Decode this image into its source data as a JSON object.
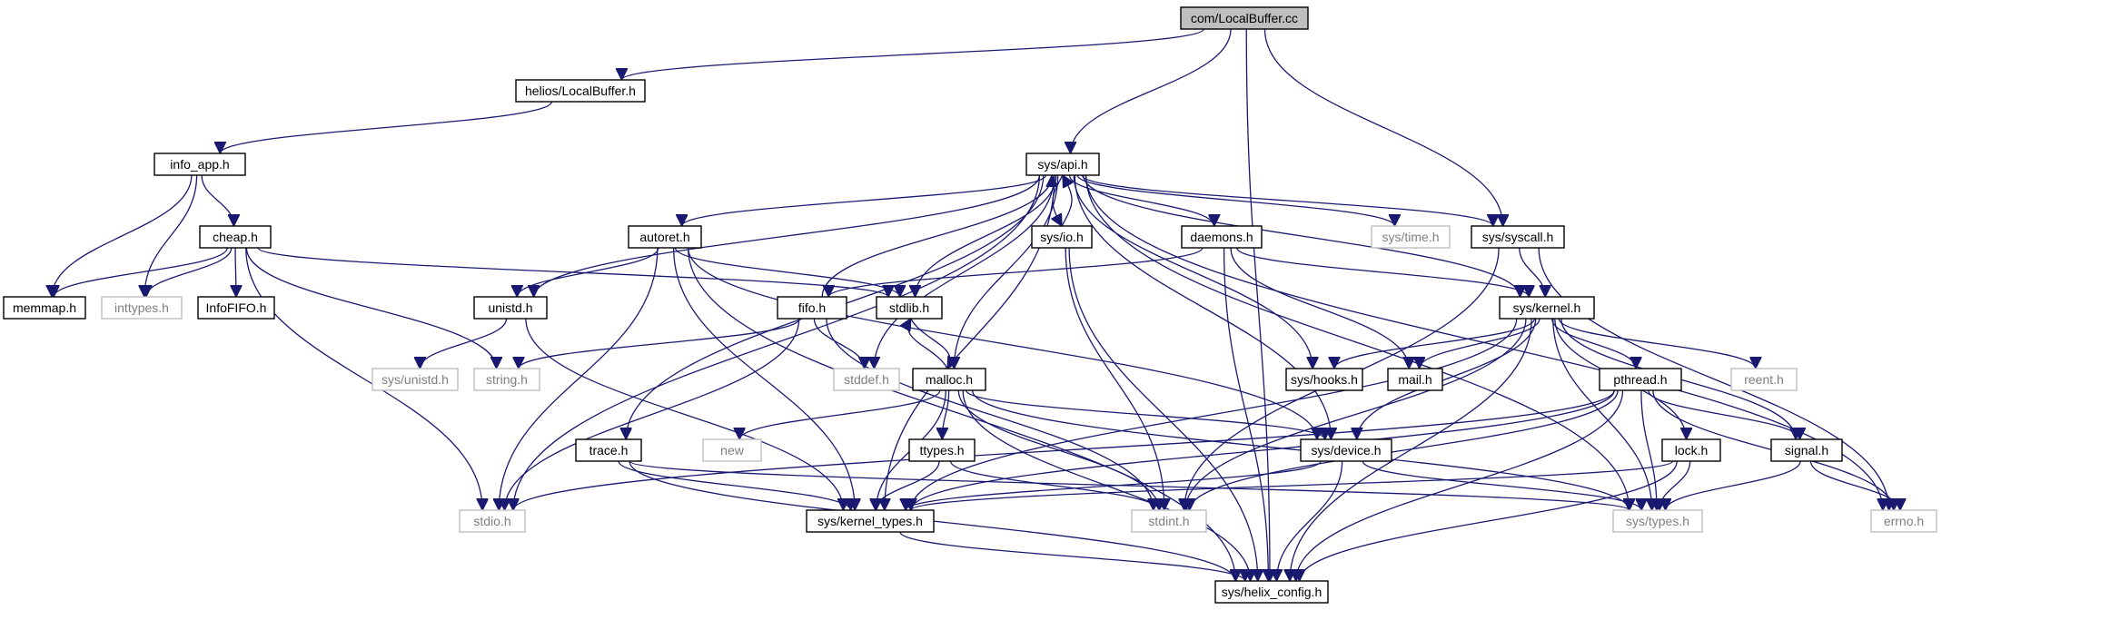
{
  "diagram": {
    "colors": {
      "edge": "#191970",
      "node_border": "#000000",
      "external_border": "#bfbfbf",
      "external_text": "#7f7f7f",
      "root_fill": "#bfbfbf"
    },
    "nodes": [
      {
        "id": "root",
        "label": "com/LocalBuffer.cc",
        "root": true
      },
      {
        "id": "helios",
        "label": "helios/LocalBuffer.h"
      },
      {
        "id": "info_app",
        "label": "info_app.h"
      },
      {
        "id": "cheap",
        "label": "cheap.h"
      },
      {
        "id": "memmap",
        "label": "memmap.h"
      },
      {
        "id": "inttypes",
        "label": "inttypes.h",
        "external": true
      },
      {
        "id": "infofifo",
        "label": "InfoFIFO.h"
      },
      {
        "id": "api",
        "label": "sys/api.h"
      },
      {
        "id": "autoret",
        "label": "autoret.h"
      },
      {
        "id": "unistd",
        "label": "unistd.h"
      },
      {
        "id": "sys_unistd",
        "label": "sys/unistd.h",
        "external": true
      },
      {
        "id": "string",
        "label": "string.h",
        "external": true
      },
      {
        "id": "stdio",
        "label": "stdio.h",
        "external": true
      },
      {
        "id": "fifo",
        "label": "fifo.h"
      },
      {
        "id": "stdlib",
        "label": "stdlib.h"
      },
      {
        "id": "stddef",
        "label": "stddef.h",
        "external": true
      },
      {
        "id": "malloc",
        "label": "malloc.h"
      },
      {
        "id": "new",
        "label": "new",
        "external": true
      },
      {
        "id": "trace",
        "label": "trace.h"
      },
      {
        "id": "ttypes",
        "label": "ttypes.h"
      },
      {
        "id": "kernel_types",
        "label": "sys/kernel_types.h"
      },
      {
        "id": "sys_io",
        "label": "sys/io.h"
      },
      {
        "id": "daemons",
        "label": "daemons.h"
      },
      {
        "id": "sys_time",
        "label": "sys/time.h",
        "external": true
      },
      {
        "id": "syscall",
        "label": "sys/syscall.h"
      },
      {
        "id": "hooks",
        "label": "sys/hooks.h"
      },
      {
        "id": "mail",
        "label": "mail.h"
      },
      {
        "id": "device",
        "label": "sys/device.h"
      },
      {
        "id": "stdint",
        "label": "stdint.h",
        "external": true
      },
      {
        "id": "kernel",
        "label": "sys/kernel.h"
      },
      {
        "id": "reent",
        "label": "reent.h",
        "external": true
      },
      {
        "id": "pthread",
        "label": "pthread.h"
      },
      {
        "id": "lock",
        "label": "lock.h"
      },
      {
        "id": "signal",
        "label": "signal.h"
      },
      {
        "id": "types",
        "label": "sys/types.h",
        "external": true
      },
      {
        "id": "errno",
        "label": "errno.h",
        "external": true
      },
      {
        "id": "helix_config",
        "label": "sys/helix_config.h"
      }
    ],
    "edges": [
      [
        "root",
        "helios"
      ],
      [
        "root",
        "api"
      ],
      [
        "root",
        "syscall"
      ],
      [
        "root",
        "helix_config"
      ],
      [
        "helios",
        "info_app"
      ],
      [
        "info_app",
        "cheap"
      ],
      [
        "info_app",
        "memmap"
      ],
      [
        "info_app",
        "inttypes"
      ],
      [
        "cheap",
        "memmap"
      ],
      [
        "cheap",
        "inttypes"
      ],
      [
        "cheap",
        "infofifo"
      ],
      [
        "cheap",
        "stdlib"
      ],
      [
        "cheap",
        "string"
      ],
      [
        "cheap",
        "stdio"
      ],
      [
        "api",
        "unistd"
      ],
      [
        "api",
        "autoret"
      ],
      [
        "api",
        "stdio"
      ],
      [
        "api",
        "stdlib"
      ],
      [
        "api",
        "stddef"
      ],
      [
        "api",
        "malloc"
      ],
      [
        "api",
        "trace"
      ],
      [
        "api",
        "kernel_types"
      ],
      [
        "api",
        "sys_io"
      ],
      [
        "api",
        "daemons"
      ],
      [
        "api",
        "sys_time"
      ],
      [
        "api",
        "syscall"
      ],
      [
        "api",
        "hooks"
      ],
      [
        "api",
        "device"
      ],
      [
        "api",
        "kernel"
      ],
      [
        "api",
        "types"
      ],
      [
        "api",
        "errno"
      ],
      [
        "autoret",
        "unistd"
      ],
      [
        "autoret",
        "stdio"
      ],
      [
        "autoret",
        "stdlib"
      ],
      [
        "autoret",
        "device"
      ],
      [
        "autoret",
        "kernel_types"
      ],
      [
        "autoret",
        "helix_config"
      ],
      [
        "unistd",
        "sys_unistd"
      ],
      [
        "unistd",
        "kernel_types"
      ],
      [
        "fifo",
        "api"
      ],
      [
        "fifo",
        "string"
      ],
      [
        "fifo",
        "stdio"
      ],
      [
        "fifo",
        "stddef"
      ],
      [
        "fifo",
        "stdint"
      ],
      [
        "stdlib",
        "malloc"
      ],
      [
        "malloc",
        "stdlib"
      ],
      [
        "malloc",
        "new"
      ],
      [
        "malloc",
        "ttypes"
      ],
      [
        "malloc",
        "kernel_types"
      ],
      [
        "malloc",
        "device"
      ],
      [
        "malloc",
        "stdint"
      ],
      [
        "malloc",
        "types"
      ],
      [
        "malloc",
        "helix_config"
      ],
      [
        "trace",
        "kernel_types"
      ],
      [
        "trace",
        "types"
      ],
      [
        "trace",
        "helix_config"
      ],
      [
        "ttypes",
        "kernel_types"
      ],
      [
        "ttypes",
        "stdint"
      ],
      [
        "sys_io",
        "api"
      ],
      [
        "sys_io",
        "stdint"
      ],
      [
        "sys_io",
        "helix_config"
      ],
      [
        "daemons",
        "fifo"
      ],
      [
        "daemons",
        "mail"
      ],
      [
        "daemons",
        "kernel"
      ],
      [
        "daemons",
        "helix_config"
      ],
      [
        "syscall",
        "kernel"
      ],
      [
        "syscall",
        "stdint"
      ],
      [
        "syscall",
        "errno"
      ],
      [
        "kernel",
        "hooks"
      ],
      [
        "kernel",
        "mail"
      ],
      [
        "kernel",
        "device"
      ],
      [
        "kernel",
        "kernel_types"
      ],
      [
        "kernel",
        "stdint"
      ],
      [
        "kernel",
        "reent"
      ],
      [
        "kernel",
        "pthread"
      ],
      [
        "kernel",
        "lock"
      ],
      [
        "kernel",
        "signal"
      ],
      [
        "kernel",
        "types"
      ],
      [
        "kernel",
        "helix_config"
      ],
      [
        "device",
        "kernel_types"
      ],
      [
        "device",
        "types"
      ],
      [
        "device",
        "helix_config"
      ],
      [
        "pthread",
        "stdio"
      ],
      [
        "pthread",
        "kernel_types"
      ],
      [
        "pthread",
        "stdint"
      ],
      [
        "pthread",
        "types"
      ],
      [
        "pthread",
        "signal"
      ],
      [
        "pthread",
        "errno"
      ],
      [
        "pthread",
        "helix_config"
      ],
      [
        "lock",
        "kernel_types"
      ],
      [
        "lock",
        "types"
      ],
      [
        "lock",
        "helix_config"
      ],
      [
        "signal",
        "types"
      ],
      [
        "signal",
        "errno"
      ],
      [
        "kernel_types",
        "helix_config"
      ]
    ]
  }
}
